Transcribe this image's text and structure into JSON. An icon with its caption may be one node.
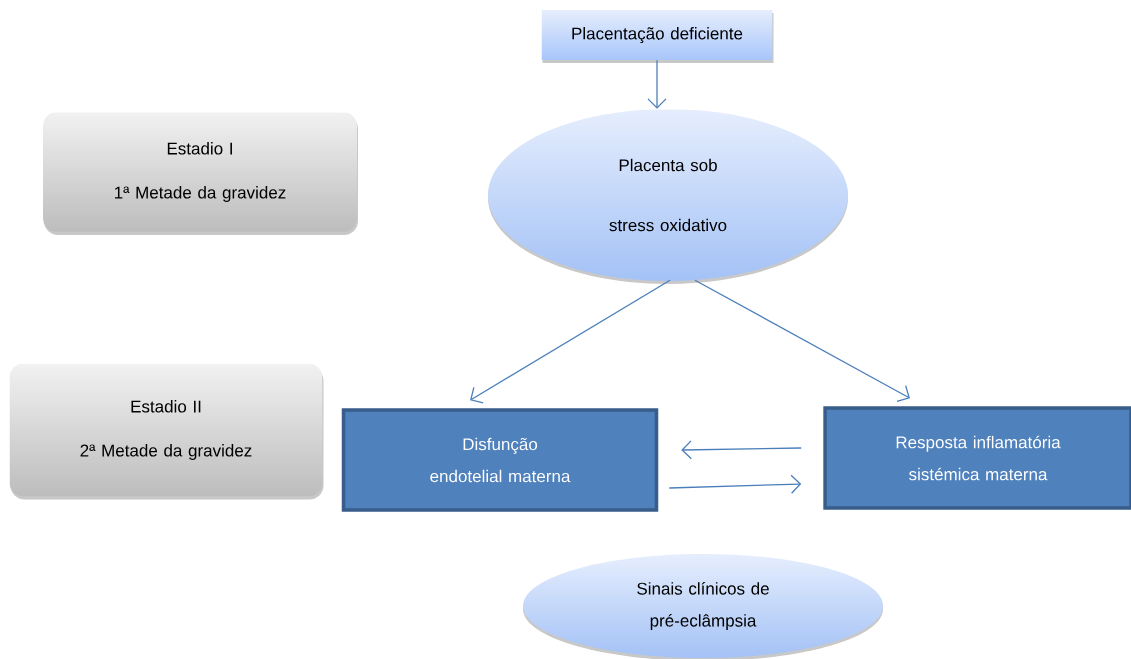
{
  "diagram": {
    "nodes": [
      {
        "text": [
          "Placentação deficiente"
        ]
      },
      {
        "text": [
          "Estadio I",
          "1ª Metade da gravidez"
        ]
      },
      {
        "text": [
          "Placenta sob stress oxidativo"
        ]
      },
      {
        "text": [
          "Estadio II",
          "2ª Metade da gravidez"
        ]
      },
      {
        "text": [
          "Disfunção endotelial materna"
        ]
      },
      {
        "text": [
          "Resposta inflamatória sistémica materna"
        ]
      },
      {
        "text": [
          "Sinais clínicos de pré-eclâmpsia"
        ]
      }
    ],
    "edges": [
      {
        "from": 0,
        "to": 2,
        "arrow": "to"
      },
      {
        "from": 2,
        "to": 4,
        "arrow": "to"
      },
      {
        "from": 2,
        "to": 5,
        "arrow": "to"
      },
      {
        "from": 4,
        "to": 5,
        "arrow": "to"
      },
      {
        "from": 5,
        "to": 4,
        "arrow": "to"
      }
    ]
  }
}
